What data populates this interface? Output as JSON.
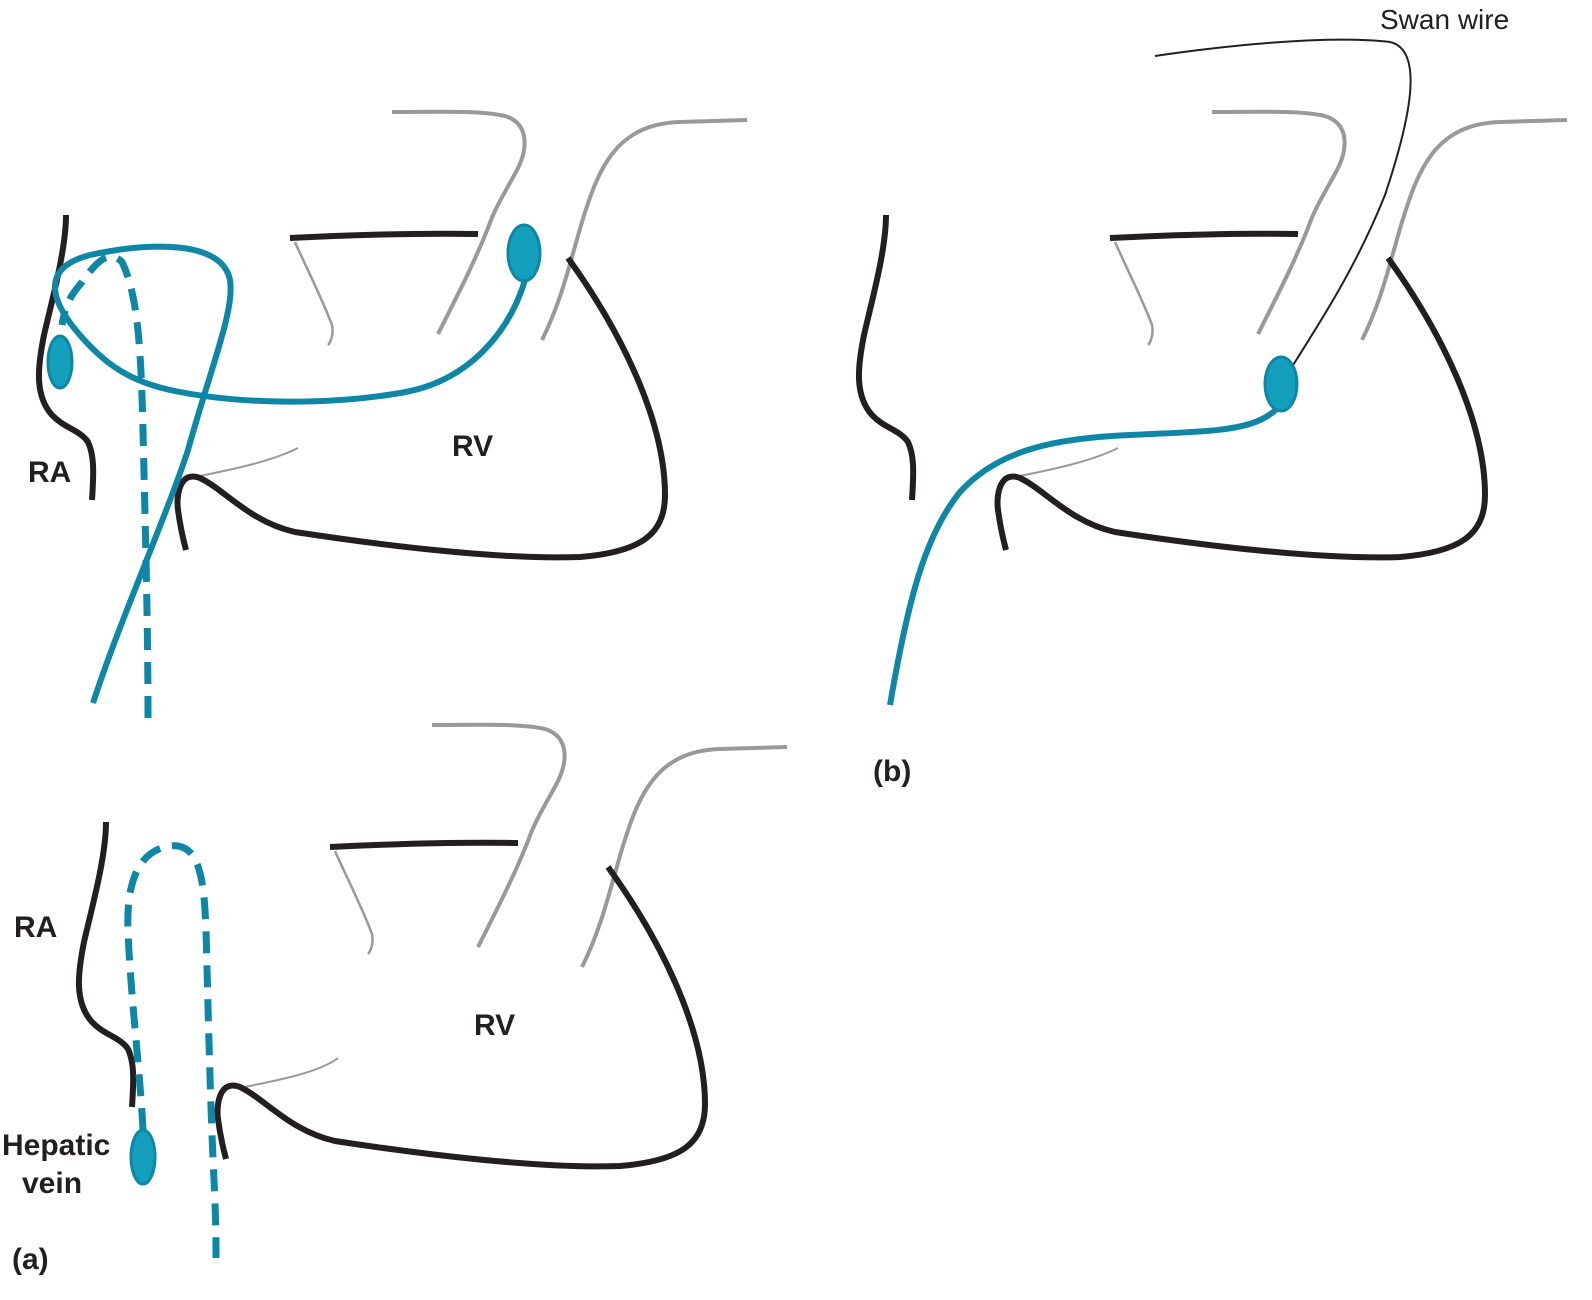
{
  "colors": {
    "heart_outline": "#231f20",
    "valve_gray": "#999999",
    "catheter_teal": "#0e87a6",
    "balloon_fill": "#149fbd",
    "background": "#ffffff"
  },
  "panel_top_left": {
    "label_ra": "RA",
    "label_rv": "RV"
  },
  "panel_b": {
    "label_wire": "Swan wire",
    "panel_label": "(b)"
  },
  "panel_a": {
    "label_ra": "RA",
    "label_rv": "RV",
    "label_hepatic_line1": "Hepatic",
    "label_hepatic_line2": "vein",
    "panel_label": "(a)"
  }
}
